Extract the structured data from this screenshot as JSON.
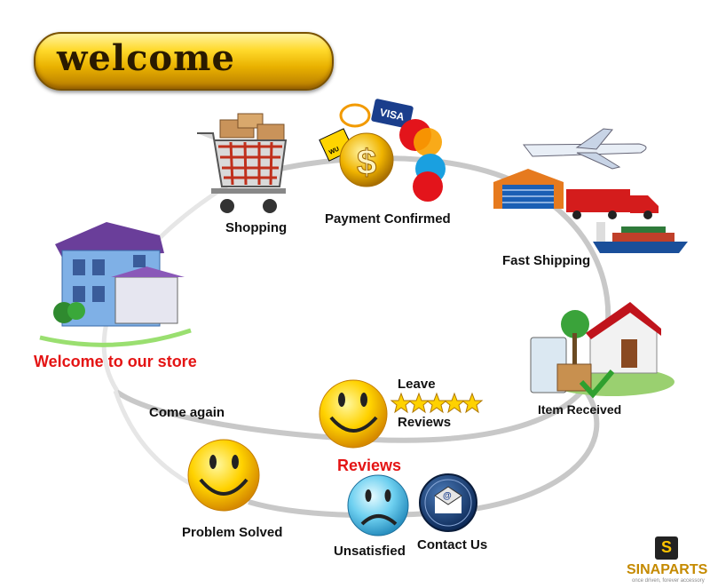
{
  "banner": {
    "title": "welcome"
  },
  "steps": {
    "shopping": "Shopping",
    "payment": "Payment  Confirmed",
    "shipping": "Fast  Shipping",
    "received": "Item  Received",
    "leave": "Leave",
    "reviews_small": "Reviews",
    "reviews": "Reviews",
    "come_again": "Come  again",
    "welcome_store": "Welcome to our store",
    "problem_solved": "Problem Solved",
    "unsatisfied": "Unsatisfied",
    "contact": "Contact Us"
  },
  "payment_cards": {
    "western": "WESTERN UNION",
    "qiwi": "QIWI",
    "visa": "VISA",
    "mastercard": "MasterCard",
    "maestro": "Maestro"
  },
  "logo": {
    "name": "SINAPARTS",
    "tagline": "once driven, forever accessory",
    "mark": "S"
  },
  "colors": {
    "accent": "#ffd200",
    "red": "#e41414",
    "ring": "#bdbdbd"
  }
}
